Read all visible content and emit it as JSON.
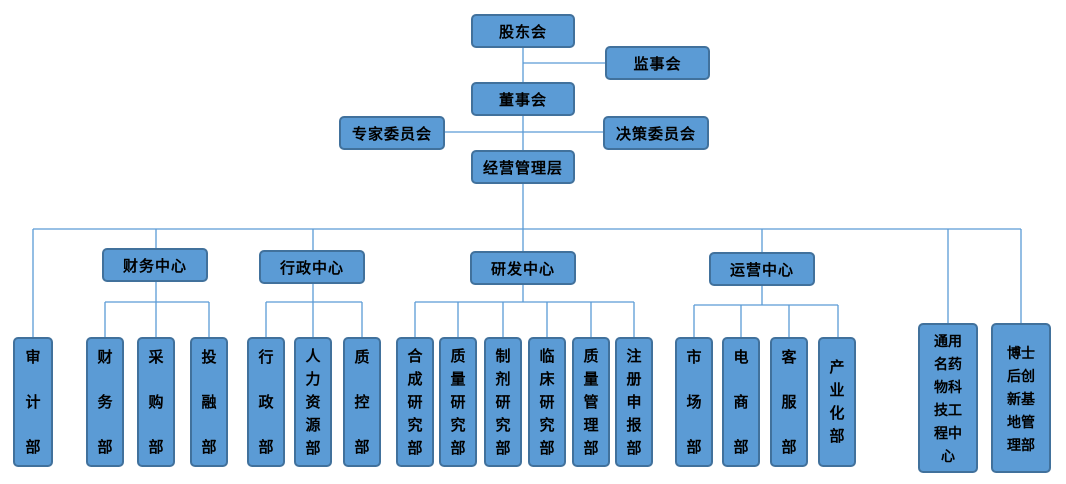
{
  "top": {
    "shareholders": "股东会",
    "supervisors": "监事会",
    "board": "董事会",
    "experts": "专家委员会",
    "decision": "决策委员会",
    "management": "经营管理层"
  },
  "centers": {
    "finance": "财务中心",
    "admin": "行政中心",
    "rnd": "研发中心",
    "ops": "运营中心"
  },
  "departments": {
    "audit": "审计部",
    "finance_dept": "财务部",
    "purchase": "采购部",
    "invest": "投融部",
    "admin_dept": "行政部",
    "hr": "人力资源部",
    "qc": "质控部",
    "synthesis": "合成研究部",
    "quality_research": "质量研究部",
    "formulation": "制剂研究部",
    "clinical": "临床研究部",
    "quality_mgmt": "质量管理部",
    "registration": "注册申报部",
    "market": "市场部",
    "ecommerce": "电商部",
    "service": "客服部",
    "industrialization": "产业化部"
  },
  "grid": {
    "tech_center": [
      "通用",
      "名药",
      "物科",
      "技工",
      "程中",
      "心"
    ],
    "postdoc": [
      "博士",
      "后创",
      "新基",
      "地管",
      "理部"
    ]
  }
}
